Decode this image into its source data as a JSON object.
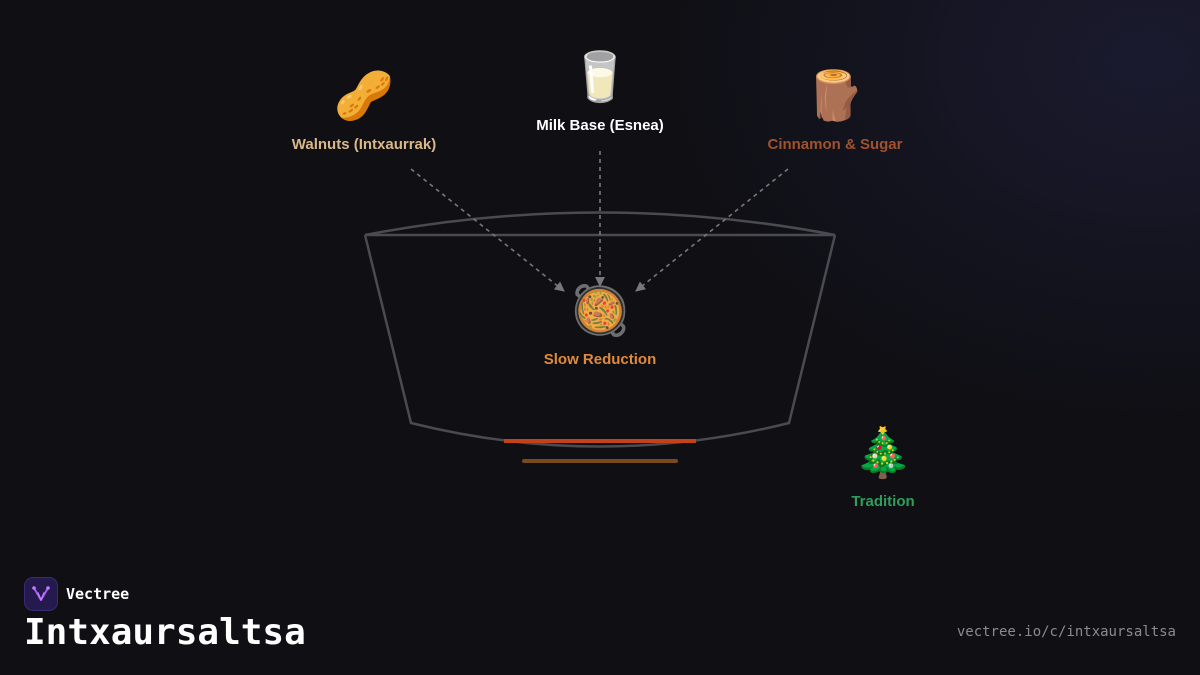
{
  "nodes": {
    "walnuts": {
      "icon": "peanut-icon",
      "emoji": "🥜",
      "label": "Walnuts (Intxaurrak)",
      "color": "#d9b98a"
    },
    "milk": {
      "icon": "milk-glass-icon",
      "emoji": "🥛",
      "label": "Milk Base (Esnea)",
      "color": "#ffffff"
    },
    "cinnamon": {
      "icon": "wood-log-icon",
      "emoji": "🪵",
      "label": "Cinnamon & Sugar",
      "color": "#a0522d"
    },
    "reduction": {
      "icon": "paella-pan-icon",
      "emoji": "🥘",
      "label": "Slow Reduction",
      "color": "#e08a3c"
    },
    "tradition": {
      "icon": "christmas-tree-icon",
      "emoji": "🎄",
      "label": "Tradition",
      "color": "#2e9e5b"
    }
  },
  "brand": {
    "name": "Vectree",
    "logo_icon": "vectree-logo-icon",
    "accent": "#a65cf0"
  },
  "title": "Intxaursaltsa",
  "url": "vectree.io/c/intxaursaltsa",
  "colors": {
    "background": "#0f0f14",
    "pot_outline": "#4a4a50",
    "arrow": "#77777e",
    "heat_primary": "#c4421a",
    "heat_secondary": "#7a4a1c"
  }
}
